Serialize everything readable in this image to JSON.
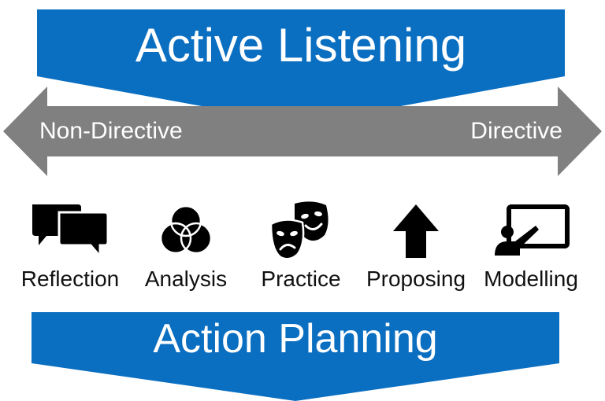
{
  "colors": {
    "banner_blue": "#0A6EC1",
    "axis_gray": "#808080",
    "icon_black": "#000000",
    "text_white": "#FFFFFF",
    "text_dark": "#111111"
  },
  "top_banner": {
    "title": "Active Listening"
  },
  "axis": {
    "left_label": "Non-Directive",
    "right_label": "Directive"
  },
  "approaches": [
    {
      "label": "Reflection",
      "icon": "speech-bubbles-icon"
    },
    {
      "label": "Analysis",
      "icon": "venn-diagram-icon"
    },
    {
      "label": "Practice",
      "icon": "theater-masks-icon"
    },
    {
      "label": "Proposing",
      "icon": "up-arrow-icon"
    },
    {
      "label": "Modelling",
      "icon": "presenter-board-icon"
    }
  ],
  "bottom_banner": {
    "title": "Action Planning"
  }
}
